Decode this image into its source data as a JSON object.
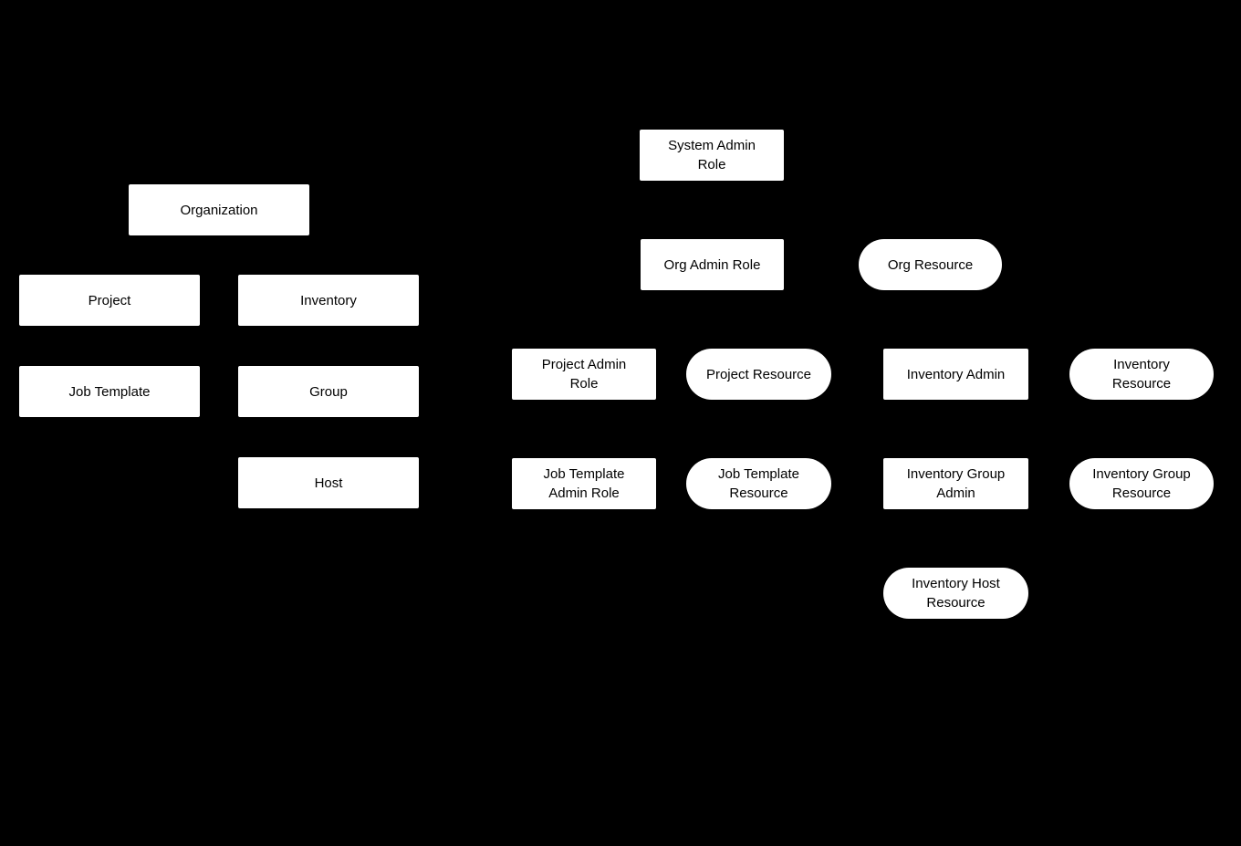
{
  "diagram": {
    "background_color": "#000000",
    "node_fill_color": "#ffffff",
    "node_text_color": "#000000",
    "nodes": [
      {
        "label": "Organization",
        "shape": "rectangle"
      },
      {
        "label": "Project",
        "shape": "rectangle"
      },
      {
        "label": "Inventory",
        "shape": "rectangle"
      },
      {
        "label": "Job Template",
        "shape": "rectangle"
      },
      {
        "label": "Group",
        "shape": "rectangle"
      },
      {
        "label": "Host",
        "shape": "rectangle"
      },
      {
        "label": "System Admin\nRole",
        "shape": "rectangle"
      },
      {
        "label": "Org Admin Role",
        "shape": "rectangle"
      },
      {
        "label": "Org Resource",
        "shape": "rounded"
      },
      {
        "label": "Project Admin\nRole",
        "shape": "rectangle"
      },
      {
        "label": "Project Resource",
        "shape": "rounded"
      },
      {
        "label": "Inventory Admin",
        "shape": "rectangle"
      },
      {
        "label": "Inventory\nResource",
        "shape": "rounded"
      },
      {
        "label": "Job Template\nAdmin Role",
        "shape": "rectangle"
      },
      {
        "label": "Job Template\nResource",
        "shape": "rounded"
      },
      {
        "label": "Inventory Group\nAdmin",
        "shape": "rectangle"
      },
      {
        "label": "Inventory Group\nResource",
        "shape": "rounded"
      },
      {
        "label": "Inventory Host\nResource",
        "shape": "rounded"
      }
    ]
  }
}
